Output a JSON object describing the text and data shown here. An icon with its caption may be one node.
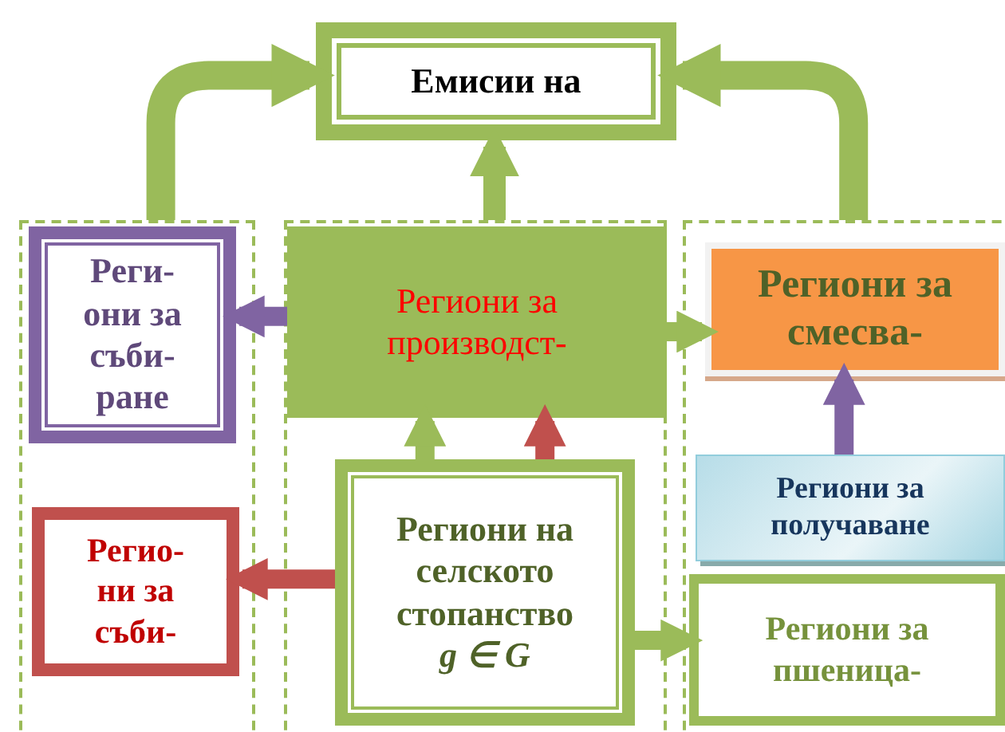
{
  "diagram": {
    "nodes": [
      {
        "text": [
          "Емисии на"
        ]
      },
      {
        "text": [],
        "shape": "box"
      },
      {
        "text": [],
        "shape": "box"
      },
      {
        "text": [],
        "shape": "box"
      },
      {
        "text": [
          "Реги- они за съби- ране"
        ],
        "in": 1
      },
      {
        "text": [
          "Региони за производст-"
        ],
        "in": 2
      },
      {
        "text": [
          "Региони за смесва-"
        ],
        "in": 3
      },
      {
        "text": [
          "Региони за получаване"
        ],
        "in": 3
      },
      {
        "text": [
          "Регио- ни за съби-"
        ],
        "in": 1
      },
      {
        "text": [
          "Региони на селското стопанство",
          "g ∈ G"
        ],
        "in": 2
      },
      {
        "text": [
          "Региони за пшеница-"
        ],
        "in": 3
      }
    ],
    "edges": [
      {
        "from": 1,
        "to": 0,
        "arrow": "to"
      },
      {
        "from": 2,
        "to": 0,
        "arrow": "to"
      },
      {
        "from": 3,
        "to": 0,
        "arrow": "to"
      },
      {
        "from": 5,
        "to": 4,
        "arrow": "to",
        "color": "#8064a2"
      },
      {
        "from": 5,
        "to": 6,
        "arrow": "to"
      },
      {
        "from": 9,
        "to": 5,
        "arrow": "to"
      },
      {
        "from": 9,
        "to": 5,
        "arrow": "to",
        "color": "#c0504d"
      },
      {
        "from": 7,
        "to": 6,
        "arrow": "to",
        "color": "#8064a2"
      },
      {
        "from": 9,
        "to": 8,
        "arrow": "to",
        "color": "#c0504d"
      },
      {
        "from": 9,
        "to": 10,
        "arrow": "to"
      }
    ]
  }
}
